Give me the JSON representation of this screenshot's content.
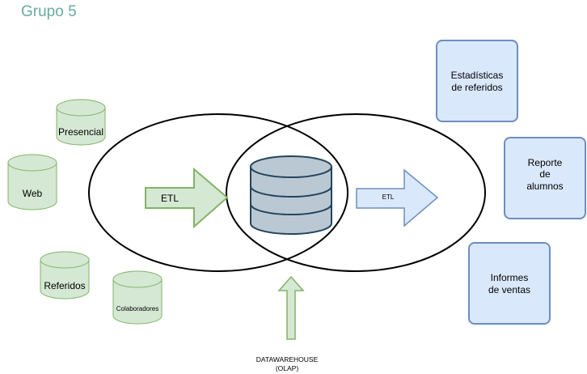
{
  "title": "Grupo 5",
  "sources": {
    "presencial": "Presencial",
    "web": "Web",
    "referidos": "Referidos",
    "colaboradores": "Colaboradores"
  },
  "etl_left": "ETL",
  "etl_right": "ETL",
  "datawarehouse": {
    "line1": "DATAWAREHOUSE",
    "line2": "(OLAP)"
  },
  "outputs": {
    "estadisticas": [
      "Estadísticas",
      "de referidos"
    ],
    "reporte": [
      "Reporte",
      "de",
      "alumnos"
    ],
    "informes": [
      "Informes",
      "de ventas"
    ]
  },
  "colors": {
    "title": "#67AB9F",
    "source_fill": "#D5E8D4",
    "source_stroke": "#82B366",
    "output_fill": "#DAE8FC",
    "output_stroke": "#6C8EBF",
    "db_fill": "#BAC8D3",
    "db_stroke": "#23445D"
  }
}
